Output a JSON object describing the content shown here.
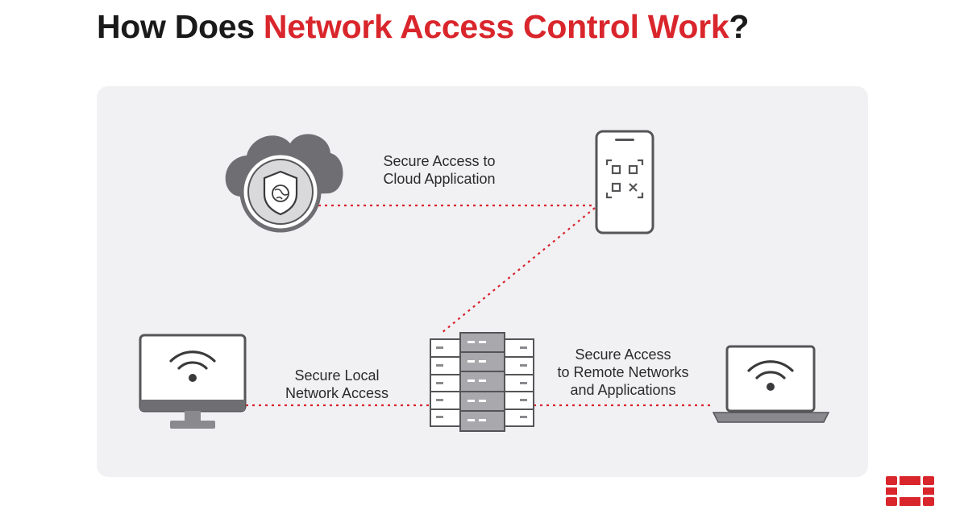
{
  "title": {
    "prefix": "How Does ",
    "highlight": "Network Access Control Work",
    "suffix": "?"
  },
  "labels": {
    "cloud": {
      "line1": "Secure Access to",
      "line2": "Cloud Application"
    },
    "local": {
      "line1": "Secure Local",
      "line2": "Network Access"
    },
    "remote": {
      "line1": "Secure Access",
      "line2": "to Remote Networks",
      "line3": "and Applications"
    }
  },
  "nodes": [
    "cloud-shield-icon",
    "smartphone-qr-icon",
    "desktop-monitor-wifi-icon",
    "server-rack-icon",
    "laptop-wifi-icon"
  ],
  "colors": {
    "accent": "#d9262c",
    "text": "#1a1a1a",
    "panel": "#f1f1f4",
    "icon_gray": "#6f6f73",
    "icon_light": "#d9d9db"
  }
}
